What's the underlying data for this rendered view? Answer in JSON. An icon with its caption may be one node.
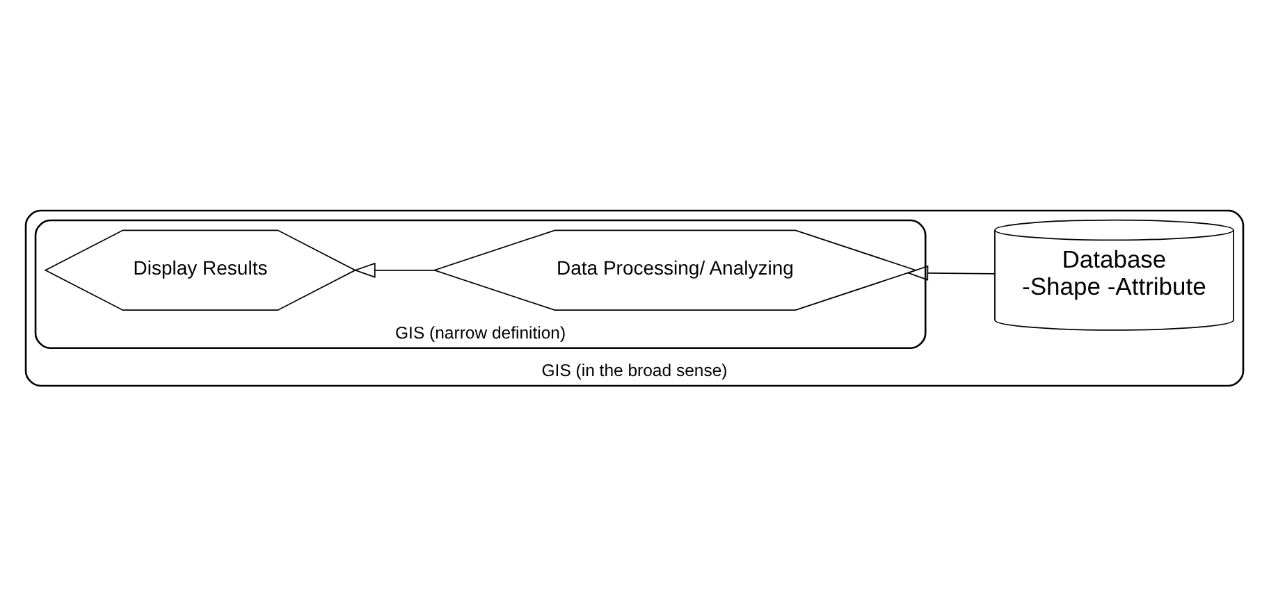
{
  "diagram": {
    "nodes": [
      {
        "text": [
          "GIS (in the broad sense)"
        ]
      },
      {
        "text": [
          "GIS (narrow definition)"
        ],
        "in": 0
      },
      {
        "text": [
          "Display Results"
        ],
        "in": 1
      },
      {
        "text": [
          "Data Processing/ Analyzing"
        ],
        "in": 1
      },
      {
        "text": [
          "Database",
          "-Shape -Attribute"
        ],
        "in": 0
      }
    ],
    "edges": [
      {
        "from": 4,
        "to": 3,
        "arrow": "to"
      },
      {
        "from": 3,
        "to": 2,
        "arrow": "to"
      }
    ]
  }
}
